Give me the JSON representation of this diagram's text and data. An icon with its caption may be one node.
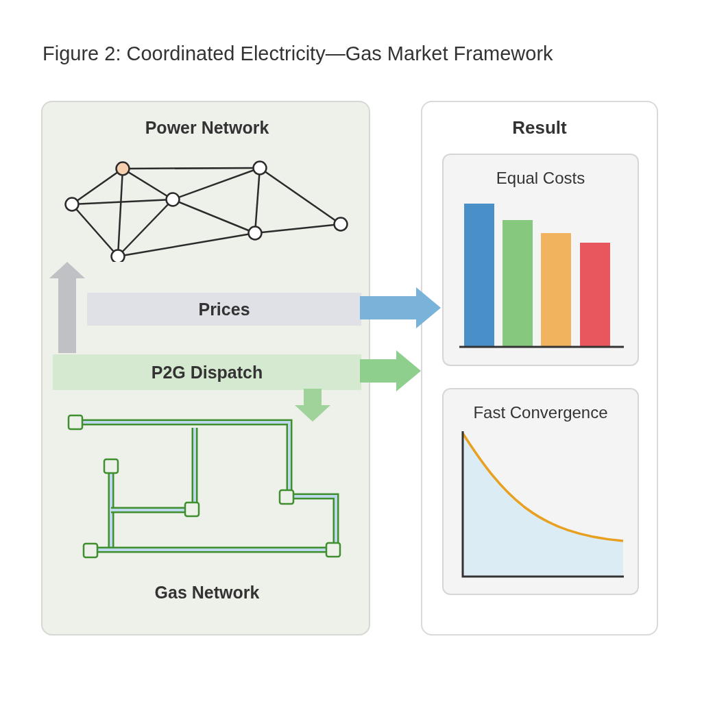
{
  "diagram": {
    "title": "Figure 2: Coordinated Electricity—Gas Market Framework",
    "nodes": [
      {
        "text": [],
        "shape": "box"
      },
      {
        "text": [
          "Power Network"
        ],
        "in": 0
      },
      {
        "text": [
          "Prices"
        ],
        "in": 0
      },
      {
        "text": [
          "P2G Dispatch"
        ],
        "in": 0
      },
      {
        "text": [
          "Gas Network"
        ],
        "in": 0
      },
      {
        "text": [
          "Result"
        ]
      },
      {
        "text": [
          "Equal Costs"
        ],
        "in": 5
      },
      {
        "text": [
          "Fast Convergence"
        ],
        "in": 5
      }
    ],
    "edges": [
      {
        "from": 3,
        "to": 1,
        "arrow": "to",
        "color": "#bfc1c5"
      },
      {
        "from": 3,
        "to": 4,
        "arrow": "to",
        "color": "#9fd39a"
      },
      {
        "from": 2,
        "to": 6,
        "arrow": "to",
        "color": "#7ab3d9"
      },
      {
        "from": 3,
        "to": 5,
        "arrow": "to",
        "color": "#8fcf8e"
      }
    ]
  }
}
